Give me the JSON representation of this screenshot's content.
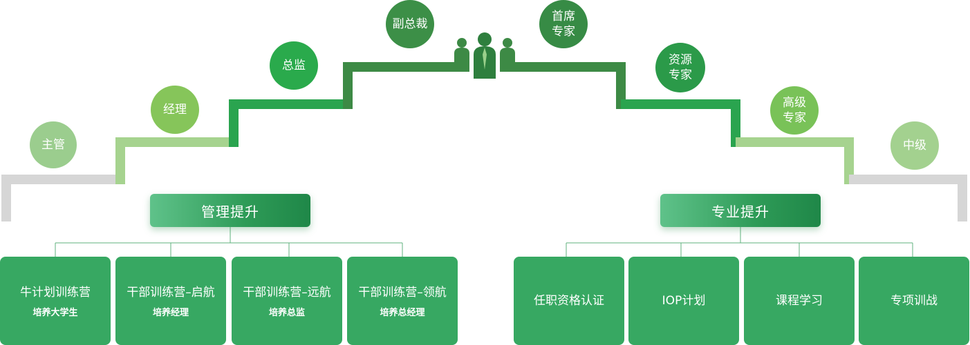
{
  "management": {
    "title": "管理提升",
    "levels": [
      "主管",
      "经理",
      "总监",
      "副总裁"
    ],
    "programs": [
      {
        "title": "牛计划训练营",
        "subtitle": "培养大学生"
      },
      {
        "title": "干部训练营–启航",
        "subtitle": "培养经理"
      },
      {
        "title": "干部训练营–远航",
        "subtitle": "培养总监"
      },
      {
        "title": "干部训练营–领航",
        "subtitle": "培养总经理"
      }
    ]
  },
  "professional": {
    "title": "专业提升",
    "levels": [
      {
        "line1": "中级",
        "line2": ""
      },
      {
        "line1": "高级",
        "line2": "专家"
      },
      {
        "line1": "资源",
        "line2": "专家"
      },
      {
        "line1": "首席",
        "line2": "专家"
      }
    ],
    "programs": [
      "任职资格认证",
      "IOP计划",
      "课程学习",
      "专项训战"
    ]
  },
  "colors": {
    "step_gray": "#d6d6d6",
    "step_light": "#a6d38f",
    "step_mid": "#2aa44f",
    "step_dark": "#3d8a45",
    "card": "#37a862"
  },
  "icons": {
    "center": "team-people-icon"
  }
}
